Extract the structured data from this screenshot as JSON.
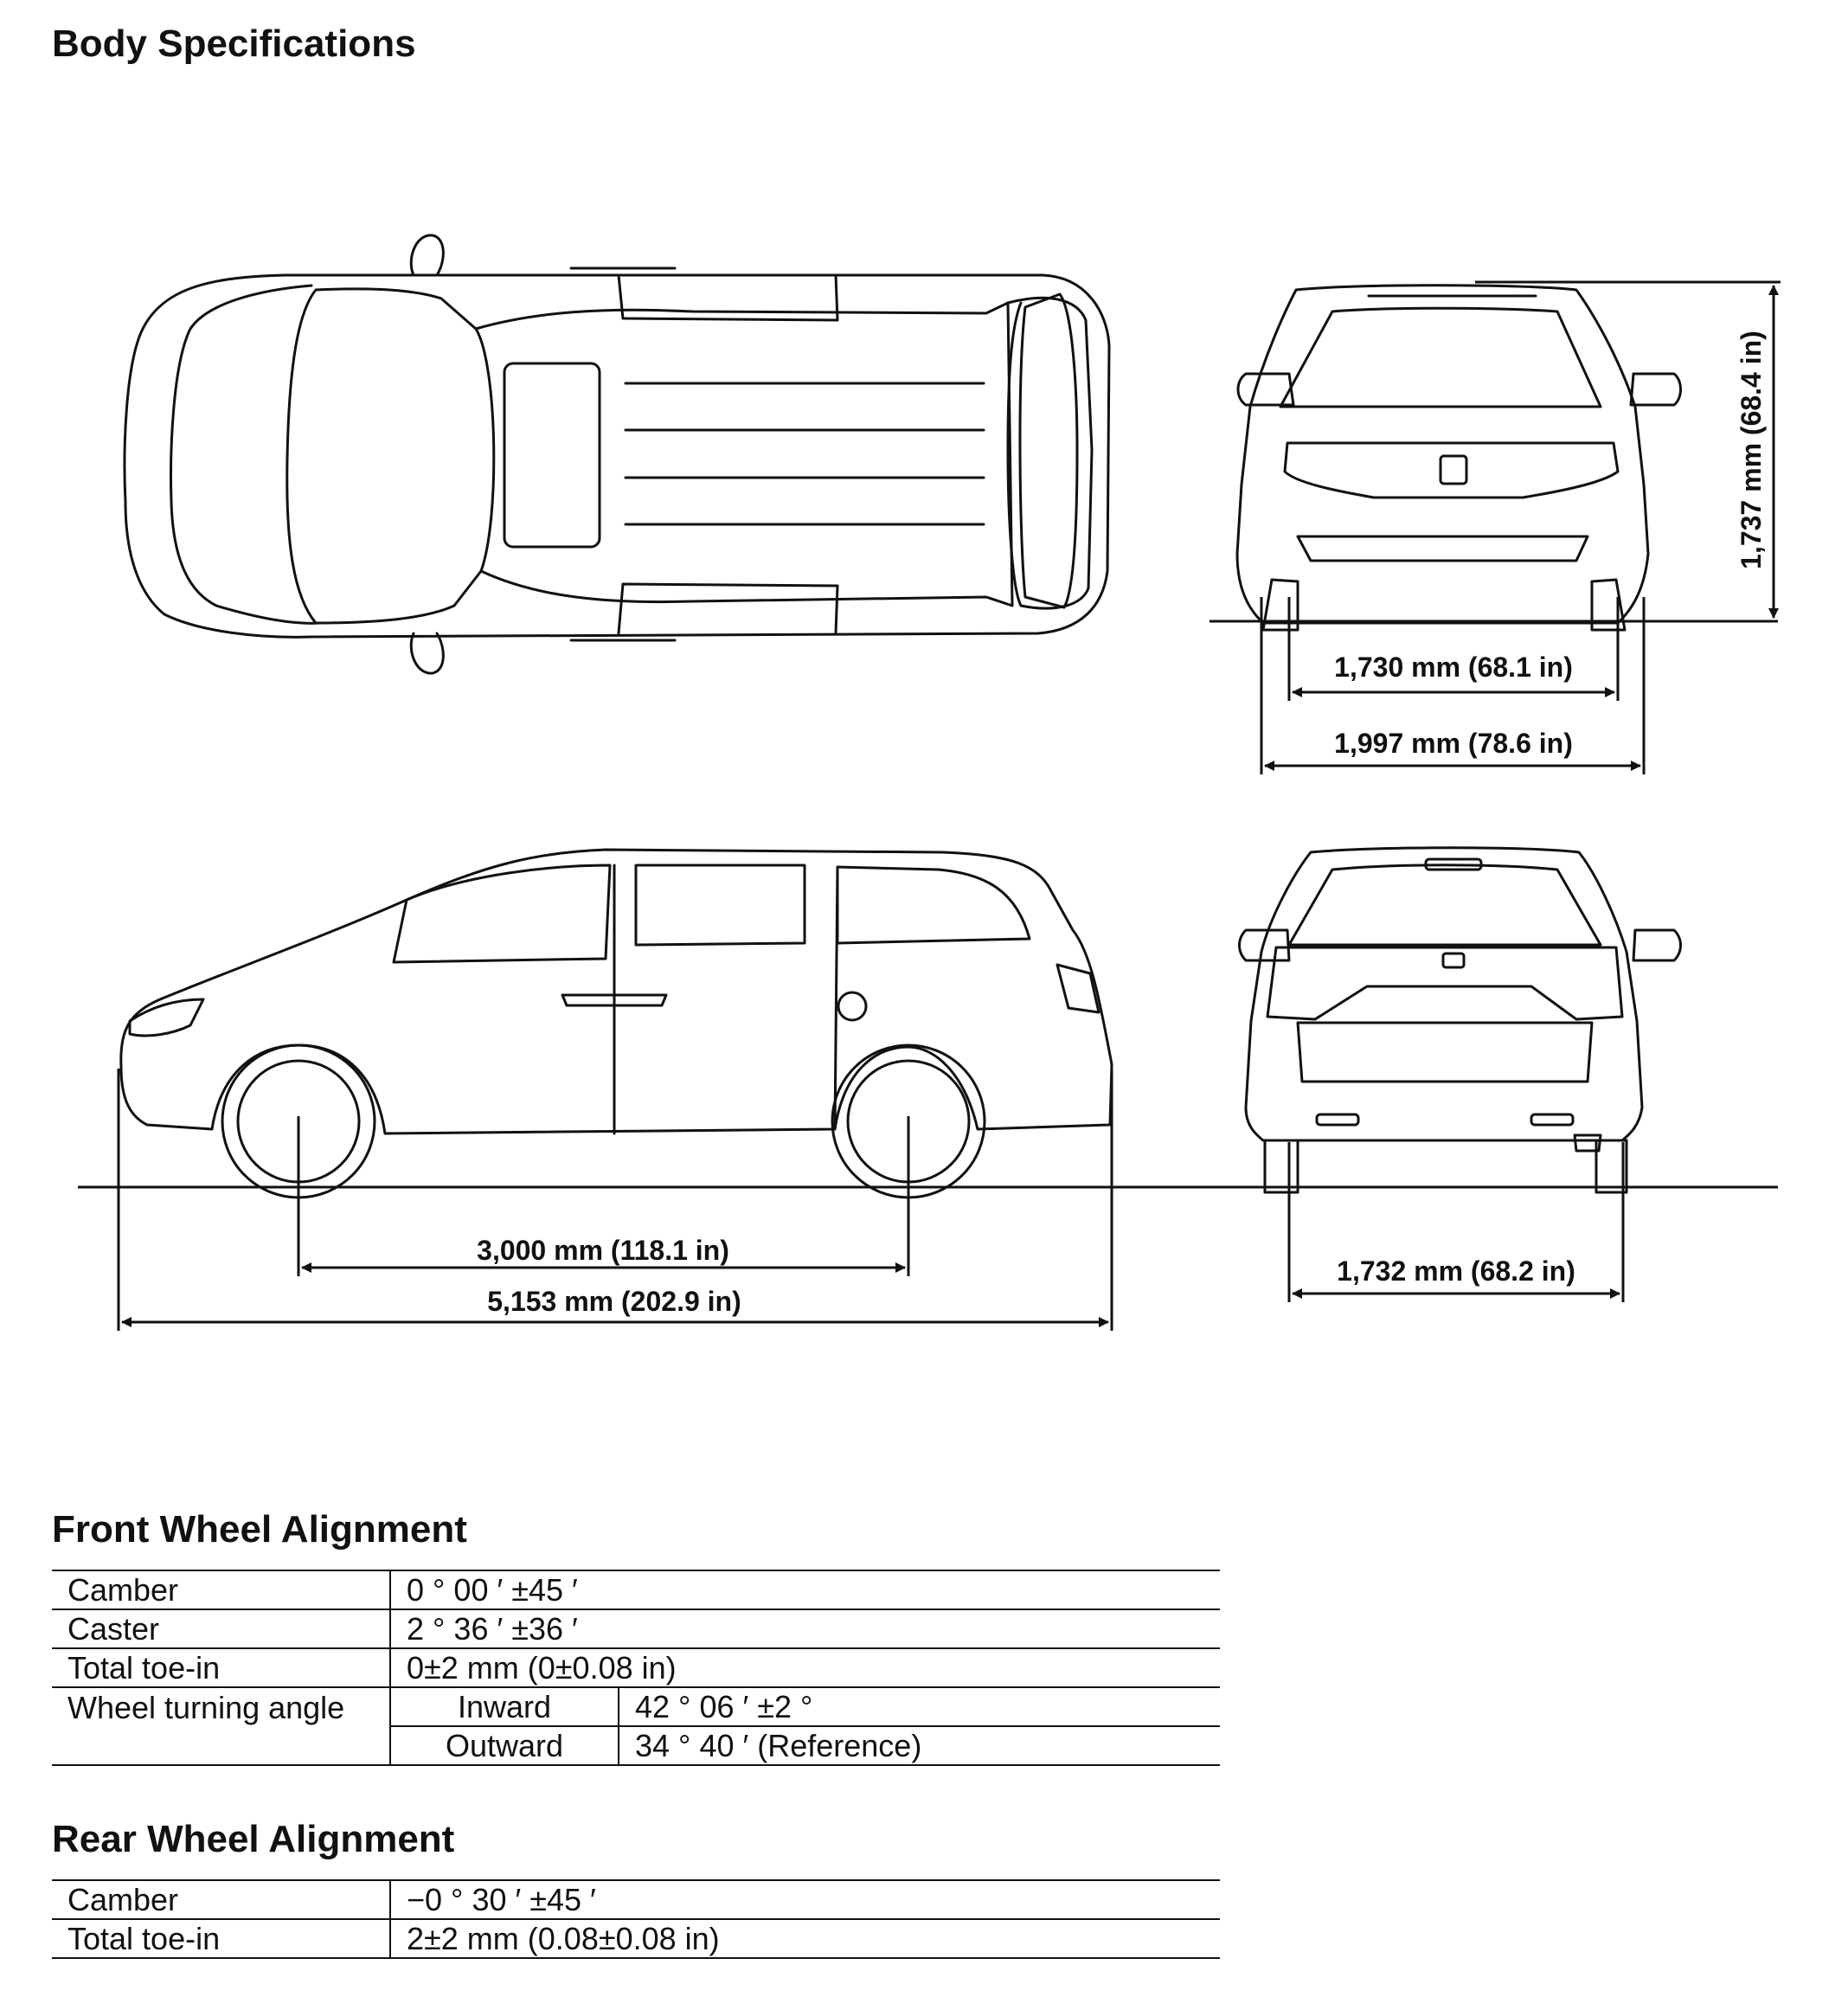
{
  "title": "Body Specifications",
  "dimensions": {
    "front_tread": "1,730 mm (68.1 in)",
    "overall_width": "1,997 mm (78.6 in)",
    "overall_height": "1,737 mm (68.4 in)",
    "wheelbase": "3,000 mm (118.1 in)",
    "overall_length": "5,153 mm (202.9 in)",
    "rear_tread": "1,732 mm (68.2 in)"
  },
  "front_alignment": {
    "heading": "Front Wheel Alignment",
    "camber": {
      "label": "Camber",
      "value": "0 ° 00 ′ ±45 ′"
    },
    "caster": {
      "label": "Caster",
      "value": "2 ° 36 ′ ±36 ′"
    },
    "toe": {
      "label": "Total toe-in",
      "value": "0±2 mm (0±0.08 in)"
    },
    "turning": {
      "label": "Wheel turning angle",
      "inward_label": "Inward",
      "inward_value": "42 ° 06 ′ ±2 °",
      "outward_label": "Outward",
      "outward_value": "34 ° 40 ′ (Reference)"
    }
  },
  "rear_alignment": {
    "heading": "Rear Wheel Alignment",
    "camber": {
      "label": "Camber",
      "value": "−0 ° 30 ′ ±45 ′"
    },
    "toe": {
      "label": "Total toe-in",
      "value": "2±2 mm (0.08±0.08 in)"
    }
  }
}
